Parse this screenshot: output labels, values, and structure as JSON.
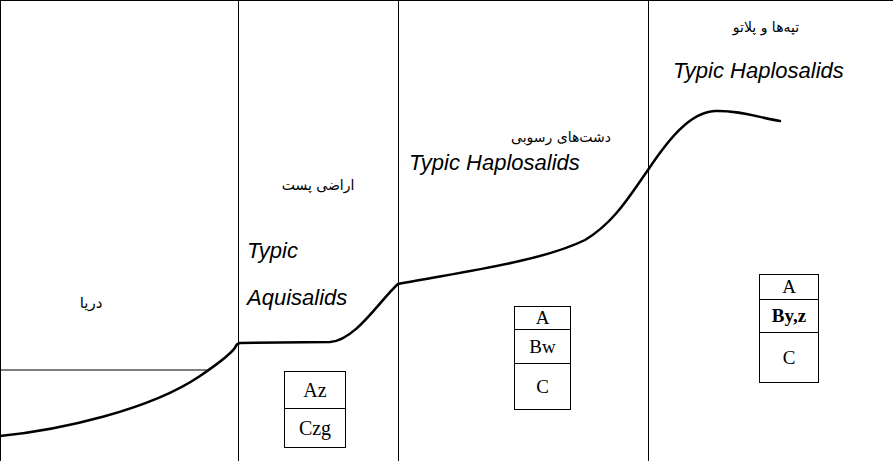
{
  "diagram": {
    "nodes": [
      {
        "text": [
          "دریا"
        ]
      },
      {
        "text": [
          "اراضی پست",
          "Typic Aquisalids"
        ]
      },
      {
        "text": [
          "Az"
        ],
        "in": 1
      },
      {
        "text": [
          "Czg"
        ],
        "in": 1
      },
      {
        "text": [
          "دشت‌های رسوبی",
          "Typic Haplosalids"
        ]
      },
      {
        "text": [
          "A"
        ],
        "in": 4
      },
      {
        "text": [
          "Bw"
        ],
        "in": 4
      },
      {
        "text": [
          "C"
        ],
        "in": 4
      },
      {
        "text": [
          "تپه‌ها و پلاتو",
          "Typic Haplosalids"
        ]
      },
      {
        "text": [
          "A"
        ],
        "in": 8
      },
      {
        "text": [
          "By,z"
        ],
        "in": 8
      },
      {
        "text": [
          "C"
        ],
        "in": 8
      }
    ]
  }
}
